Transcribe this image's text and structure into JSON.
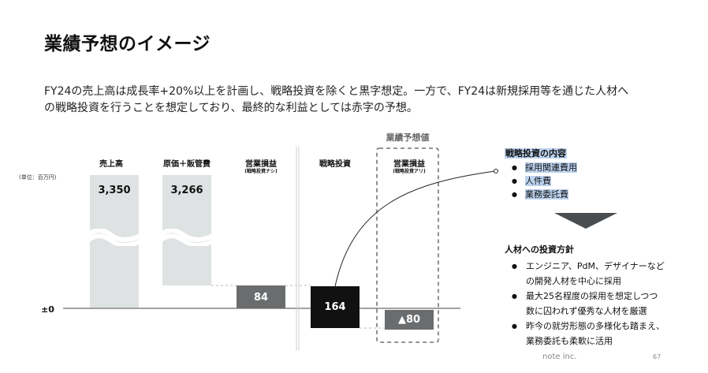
{
  "title": "業績予想のイメージ",
  "lead_lines": [
    "FY24の売上高は成長率+20%以上を計画し、戦略投資を除くと黒字想定。一方で、FY24は新規採用等を通じた人材へ",
    "の戦略投資を行うことを想定しており、最終的な利益としては赤字の予想。"
  ],
  "unit_label": "(単位：百万円)",
  "zero_label": "±0",
  "forecast_label": "業績予想値",
  "chart_data": {
    "type": "bar",
    "categories": [
      "売上高",
      "原価＋販管費",
      "営業損益",
      "戦略投資",
      "営業損益"
    ],
    "subtitles": [
      "",
      "",
      "(戦略投資ナシ)",
      "",
      "(戦略投資アリ)"
    ],
    "value_labels": [
      "3,350",
      "3,266",
      "84",
      "164",
      "▲80"
    ],
    "values": [
      3350,
      3266,
      84,
      164,
      -80
    ],
    "axis_break": true,
    "colors": {
      "revenue": "#dfe2e3",
      "cost": "#dfe2e3",
      "profit": "#6a6c6e",
      "strategic": "#111111",
      "forecast": "#6a6c6e"
    }
  },
  "strategy": {
    "title": "戦略投資の内容",
    "items": [
      "採用関連費用",
      "人件費",
      "業務委託費"
    ]
  },
  "policy": {
    "title": "人材への投資方針",
    "items": [
      [
        "エンジニア、PdM、デザイナーなど",
        "の開発人材を中心に採用"
      ],
      [
        "最大25名程度の採用を想定しつつ",
        "数に囚われず優秀な人材を厳選"
      ],
      [
        "昨今の就労形態の多様化も踏まえ、",
        "業務委託も柔軟に活用"
      ]
    ]
  },
  "footer": {
    "company": "note inc.",
    "page": "67"
  }
}
